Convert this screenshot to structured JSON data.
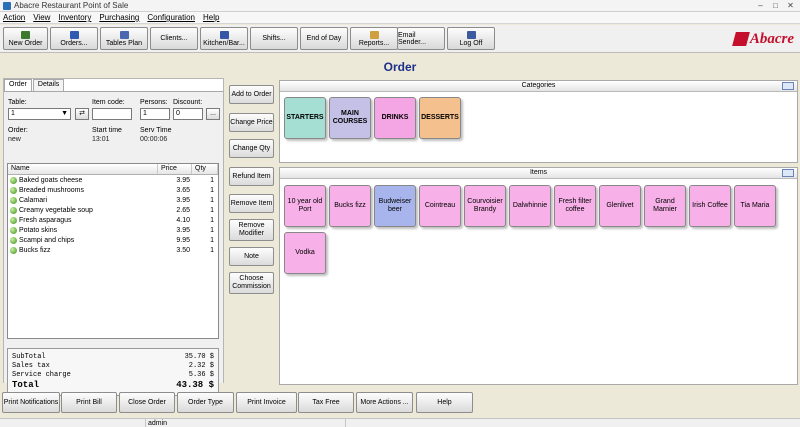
{
  "window": {
    "title": "Abacre Restaurant Point of Sale"
  },
  "menu": [
    "Action",
    "View",
    "Inventory",
    "Purchasing",
    "Configuration",
    "Help"
  ],
  "toolbar": [
    {
      "label": "New Order",
      "icon": "new-order-icon",
      "color": "#3b7a2e"
    },
    {
      "label": "Orders...",
      "icon": "orders-icon",
      "color": "#2f5bb0"
    },
    {
      "label": "Tables Plan",
      "icon": "tables-plan-icon",
      "color": "#4a68b0"
    },
    {
      "label": "Clients...",
      "icon": "",
      "color": ""
    },
    {
      "label": "Kitchen/Bar...",
      "icon": "kitchen-icon",
      "color": "#3557a8"
    },
    {
      "label": "Shifts...",
      "icon": "",
      "color": ""
    },
    {
      "label": "End of Day",
      "icon": "",
      "color": ""
    },
    {
      "label": "Reports...",
      "icon": "reports-icon",
      "color": "#d0a040"
    },
    {
      "label": "Email Sender...",
      "icon": "",
      "color": ""
    },
    {
      "label": "Log Off",
      "icon": "log-off-icon",
      "color": "#3c5a9e"
    }
  ],
  "logo": "Abacre",
  "page_title": "Order",
  "tabs": [
    "Order",
    "Details"
  ],
  "order_form": {
    "table_label": "Table:",
    "table_value": "1",
    "item_code_label": "Item code:",
    "item_code_value": "",
    "persons_label": "Persons:",
    "persons_value": "1",
    "discount_label": "Discount:",
    "discount_value": "0",
    "discount_btn": "...",
    "order_label": "Order:",
    "order_value": "new",
    "start_label": "Start time",
    "start_value": "13:01",
    "serv_label": "Serv Time",
    "serv_value": "00:00:06"
  },
  "order_table": {
    "columns": [
      "Name",
      "Price",
      "Qty"
    ],
    "rows": [
      {
        "name": "Baked goats cheese",
        "price": "3.95",
        "qty": "1"
      },
      {
        "name": "Breaded mushrooms",
        "price": "3.65",
        "qty": "1"
      },
      {
        "name": "Calamari",
        "price": "3.95",
        "qty": "1"
      },
      {
        "name": "Creamy vegetable soup",
        "price": "2.65",
        "qty": "1"
      },
      {
        "name": "Fresh asparagus",
        "price": "4.10",
        "qty": "1"
      },
      {
        "name": "Potato skins",
        "price": "3.95",
        "qty": "1"
      },
      {
        "name": "Scampi and chips",
        "price": "9.95",
        "qty": "1"
      },
      {
        "name": "Bucks fizz",
        "price": "3.50",
        "qty": "1"
      }
    ]
  },
  "totals": [
    {
      "label": "SubTotal",
      "value": "35.70 $"
    },
    {
      "label": "Sales tax",
      "value": "2.32 $"
    },
    {
      "label": "Service charge",
      "value": "5.36 $"
    },
    {
      "label": "Total",
      "value": "43.38 $"
    }
  ],
  "side_buttons": [
    "Add to Order",
    "Change Price",
    "Change Qty",
    "Refund Item",
    "Remove Item",
    "Remove Modifier",
    "Note",
    "Choose Commission"
  ],
  "categories": {
    "title": "Categories",
    "items": [
      {
        "label": "STARTERS",
        "color": "#a5dfd4"
      },
      {
        "label": "MAIN COURSES",
        "color": "#c4c0e6"
      },
      {
        "label": "DRINKS",
        "color": "#f4a6e4"
      },
      {
        "label": "DESSERTS",
        "color": "#f4c08e"
      }
    ]
  },
  "items": {
    "title": "Items",
    "tiles": [
      {
        "label": "10 year old Port",
        "color": "#f7b0e8"
      },
      {
        "label": "Bucks fizz",
        "color": "#f7b0e8"
      },
      {
        "label": "Budweiser beer",
        "color": "#a8b5ec"
      },
      {
        "label": "Cointreau",
        "color": "#f7b0e8"
      },
      {
        "label": "Courvoisier Brandy",
        "color": "#f7b0e8"
      },
      {
        "label": "Dalwhinnie",
        "color": "#f7b0e8"
      },
      {
        "label": "Fresh filter coffee",
        "color": "#f7b0e8"
      },
      {
        "label": "Glenlivet",
        "color": "#f7b0e8"
      },
      {
        "label": "Grand Marnier",
        "color": "#f7b0e8"
      },
      {
        "label": "Irish Coffee",
        "color": "#f7b0e8"
      },
      {
        "label": "Tia Maria",
        "color": "#f7b0e8"
      },
      {
        "label": "Vodka",
        "color": "#f7b0e8"
      }
    ]
  },
  "bottom_buttons": [
    "Print Notifications",
    "Print Bill",
    "Close Order",
    "Order Type",
    "Print Invoice",
    "Tax Free",
    "More Actions ...",
    "Help"
  ],
  "status": {
    "user": "admin"
  }
}
